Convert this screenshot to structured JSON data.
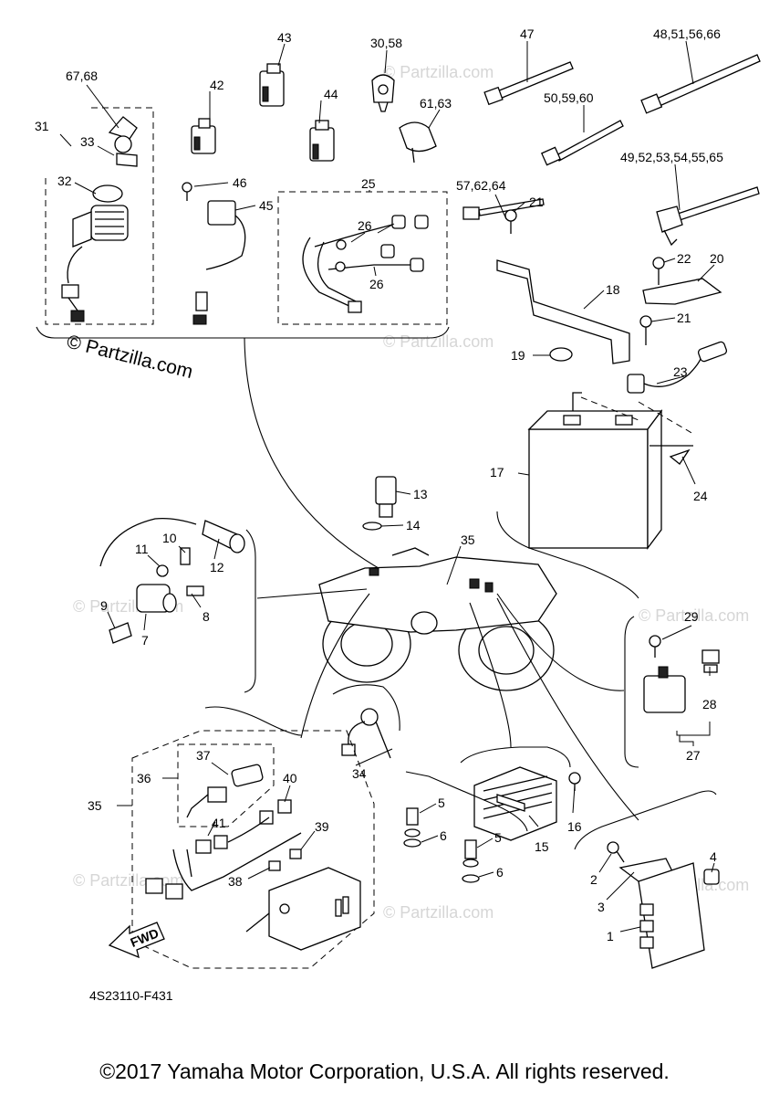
{
  "watermark": {
    "main": "© Partzilla.com",
    "faint": "© Partzilla.com"
  },
  "diagram_code": "4S23110-F431",
  "fwd_label": "FWD",
  "copyright": "©2017 Yamaha Motor Corporation, U.S.A. All rights reserved.",
  "callouts": [
    {
      "id": "c67-68",
      "text": "67,68"
    },
    {
      "id": "c31",
      "text": "31"
    },
    {
      "id": "c33",
      "text": "33"
    },
    {
      "id": "c32",
      "text": "32"
    },
    {
      "id": "c42",
      "text": "42"
    },
    {
      "id": "c43",
      "text": "43"
    },
    {
      "id": "c44",
      "text": "44"
    },
    {
      "id": "c30-58",
      "text": "30,58"
    },
    {
      "id": "c61-63",
      "text": "61,63"
    },
    {
      "id": "c47",
      "text": "47"
    },
    {
      "id": "c48-51-56-66",
      "text": "48,51,56,66"
    },
    {
      "id": "c50-59-60",
      "text": "50,59,60"
    },
    {
      "id": "c49-52-53-54-55-65",
      "text": "49,52,53,54,55,65"
    },
    {
      "id": "c46",
      "text": "46"
    },
    {
      "id": "c45",
      "text": "45"
    },
    {
      "id": "c25",
      "text": "25"
    },
    {
      "id": "c26a",
      "text": "26"
    },
    {
      "id": "c26b",
      "text": "26"
    },
    {
      "id": "c57-62-64",
      "text": "57,62,64"
    },
    {
      "id": "c21a",
      "text": "21"
    },
    {
      "id": "c22",
      "text": "22"
    },
    {
      "id": "c20",
      "text": "20"
    },
    {
      "id": "c18",
      "text": "18"
    },
    {
      "id": "c21b",
      "text": "21"
    },
    {
      "id": "c19",
      "text": "19"
    },
    {
      "id": "c23",
      "text": "23"
    },
    {
      "id": "c17",
      "text": "17"
    },
    {
      "id": "c24",
      "text": "24"
    },
    {
      "id": "c13",
      "text": "13"
    },
    {
      "id": "c14",
      "text": "14"
    },
    {
      "id": "c35a",
      "text": "35"
    },
    {
      "id": "c10",
      "text": "10"
    },
    {
      "id": "c11",
      "text": "11"
    },
    {
      "id": "c12",
      "text": "12"
    },
    {
      "id": "c9",
      "text": "9"
    },
    {
      "id": "c8",
      "text": "8"
    },
    {
      "id": "c7",
      "text": "7"
    },
    {
      "id": "c29",
      "text": "29"
    },
    {
      "id": "c28",
      "text": "28"
    },
    {
      "id": "c27",
      "text": "27"
    },
    {
      "id": "c37",
      "text": "37"
    },
    {
      "id": "c36",
      "text": "36"
    },
    {
      "id": "c40",
      "text": "40"
    },
    {
      "id": "c35b",
      "text": "35"
    },
    {
      "id": "c41",
      "text": "41"
    },
    {
      "id": "c39",
      "text": "39"
    },
    {
      "id": "c38",
      "text": "38"
    },
    {
      "id": "c34",
      "text": "34"
    },
    {
      "id": "c5a",
      "text": "5"
    },
    {
      "id": "c6a",
      "text": "6"
    },
    {
      "id": "c5b",
      "text": "5"
    },
    {
      "id": "c6b",
      "text": "6"
    },
    {
      "id": "c15",
      "text": "15"
    },
    {
      "id": "c16",
      "text": "16"
    },
    {
      "id": "c2",
      "text": "2"
    },
    {
      "id": "c4",
      "text": "4"
    },
    {
      "id": "c3",
      "text": "3"
    },
    {
      "id": "c1",
      "text": "1"
    }
  ]
}
